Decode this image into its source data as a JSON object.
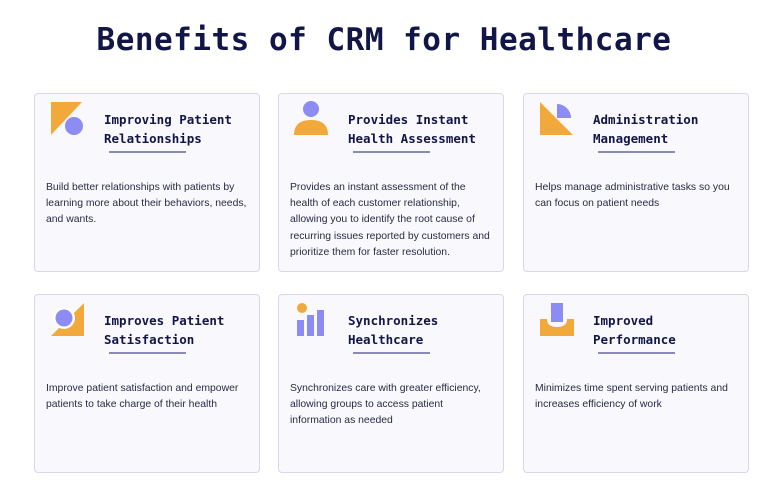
{
  "title": "Benefits of CRM for Healthcare",
  "colors": {
    "accent_orange": "#f2a93b",
    "accent_purple": "#8d8cf2",
    "title": "#121548"
  },
  "cards": [
    {
      "icon": "triangle-circle-icon",
      "title": "Improving Patient\nRelationships",
      "description": "Build better relationships with patients by learning more about their behaviors, needs, and wants."
    },
    {
      "icon": "person-icon",
      "title": "Provides Instant\nHealth Assessment",
      "description": "Provides an instant assessment of the health of each customer relationship, allowing you to identify the root cause of recurring issues reported by customers and prioritize them for faster resolution."
    },
    {
      "icon": "triangle-quarter-circle-icon",
      "title": "Administration\nManagement",
      "description": "Helps manage administrative tasks so you can focus on patient needs"
    },
    {
      "icon": "satisfaction-icon",
      "title": "Improves Patient\nSatisfaction",
      "description": "Improve patient satisfaction and empower patients to take charge of their health"
    },
    {
      "icon": "bar-chart-icon",
      "title": "Synchronizes\nHealthcare",
      "description": "Synchronizes care with greater efficiency, allowing groups to access patient information as needed"
    },
    {
      "icon": "tray-icon",
      "title": "Improved\nPerformance",
      "description": "Minimizes time spent serving patients and increases efficiency of work"
    }
  ]
}
